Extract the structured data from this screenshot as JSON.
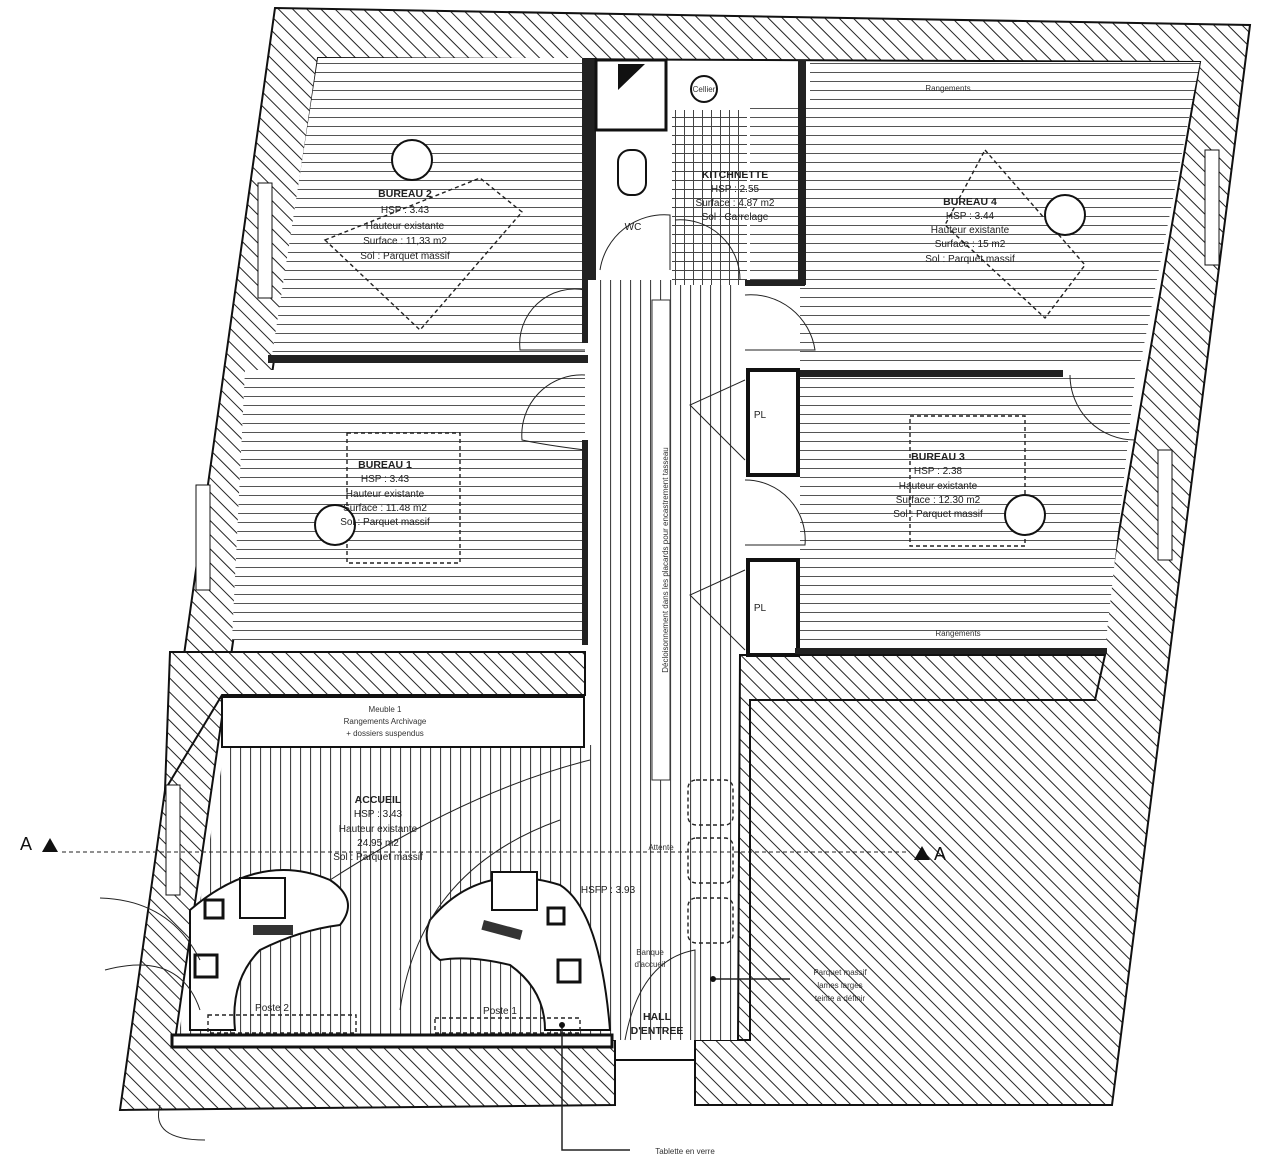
{
  "plan": {
    "rooms": {
      "bureau2": {
        "name": "BUREAU 2",
        "hsp": "HSP : 3.43",
        "height": "Hauteur existante",
        "surface": "Surface : 11,33 m2",
        "floor": "Sol : Parquet massif"
      },
      "kitchenette": {
        "name": "KITCHNETTE",
        "hsp": "HSP : 2.55",
        "surface": "Surface : 4.87 m2",
        "floor": "Sol : Carrelage"
      },
      "wc": {
        "name": "WC"
      },
      "bureau4": {
        "name": "BUREAU 4",
        "hsp": "HSP : 3.44",
        "height": "Hauteur existante",
        "surface": "Surface : 15 m2",
        "floor": "Sol : Parquet massif"
      },
      "bureau1": {
        "name": "BUREAU 1",
        "hsp": "HSP : 3.43",
        "height": "Hauteur existante",
        "surface": "Surface : 11.48 m2",
        "floor": "Sol : Parquet massif"
      },
      "bureau3": {
        "name": "BUREAU 3",
        "hsp": "HSP : 2.38",
        "height": "Hauteur existante",
        "surface": "Surface : 12.30 m2",
        "floor": "Sol : Parquet massif"
      },
      "accueil": {
        "name": "ACCUEIL",
        "hsp": "HSP : 3.43",
        "height": "Hauteur existante",
        "surface": "24.95 m2",
        "floor": "Sol : Parquet massif"
      },
      "hall": {
        "line1": "HALL",
        "line2": "D'ENTREE"
      }
    },
    "labels": {
      "rangements_top": "Rangements",
      "rangements_bottom": "Rangements",
      "pl1": "PL",
      "pl2": "PL",
      "meuble_line1": "Meuble 1",
      "meuble_line2": "Rangements Archivage",
      "meuble_line3": "+ dossiers suspendus",
      "attente": "Attente",
      "banque_line1": "Banque",
      "banque_line2": "d'accueil",
      "hsfp": "HSFP : 3.93",
      "poste1": "Poste 1",
      "poste2": "Poste 2",
      "parquet_line1": "Parquet massif",
      "parquet_line2": "lames larges",
      "parquet_line3": "teinte a définir",
      "tablette": "Tablette en verre",
      "corridor_note": "Décloisonnement dans les placards pour encastrement tasseau",
      "cellier": "Cellier",
      "section_left": "A",
      "section_right": "A"
    }
  }
}
